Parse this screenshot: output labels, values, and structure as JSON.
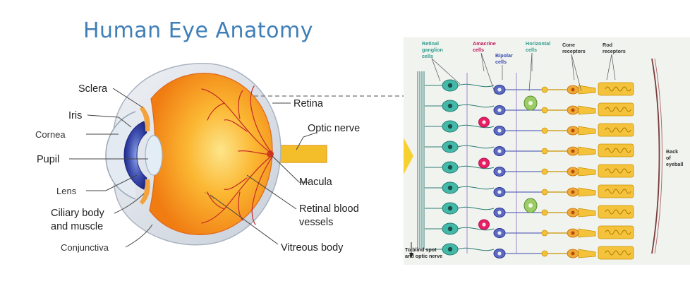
{
  "title": "Human Eye Anatomy",
  "colors": {
    "title": "#3f7fb7",
    "sclera": "#d6dbe2",
    "eyeball_orange": "#f7931e",
    "eyeball_yellow": "#fbc02d",
    "optic_nerve": "#f4bd2a",
    "iris": "#3949ab",
    "vessel": "#c62828",
    "panel_bg": "#f1f3ef",
    "ganglion": "#43b9a9",
    "amacrine": "#e91e63",
    "bipolar": "#5c6bc0",
    "horizontal": "#9ccc65",
    "receptor": "#f5c33b"
  },
  "eye_labels": {
    "sclera": "Sclera",
    "iris": "Iris",
    "cornea": "Cornea",
    "pupil": "Pupil",
    "lens": "Lens",
    "ciliary_line1": "Ciliary body",
    "ciliary_line2": "and muscle",
    "conjunctiva": "Conjunctiva",
    "retina": "Retina",
    "optic_nerve": "Optic nerve",
    "macula": "Macula",
    "vessels_line1": "Retinal blood",
    "vessels_line2": "vessels",
    "vitreous": "Vitreous body"
  },
  "retina_labels": {
    "ganglion_1": "Retinal",
    "ganglion_2": "ganglion",
    "ganglion_3": "cells",
    "amacrine_1": "Amacrine",
    "amacrine_2": "cells",
    "bipolar_1": "Bipolar",
    "bipolar_2": "cells",
    "horizontal_1": "Horizontal",
    "horizontal_2": "cells",
    "cone_1": "Cone",
    "cone_2": "receptors",
    "rod_1": "Rod",
    "rod_2": "receptors",
    "back_1": "Back",
    "back_2": "of",
    "back_3": "eyeball",
    "blind_1": "To blind spot",
    "blind_2": "and optic nerve"
  }
}
